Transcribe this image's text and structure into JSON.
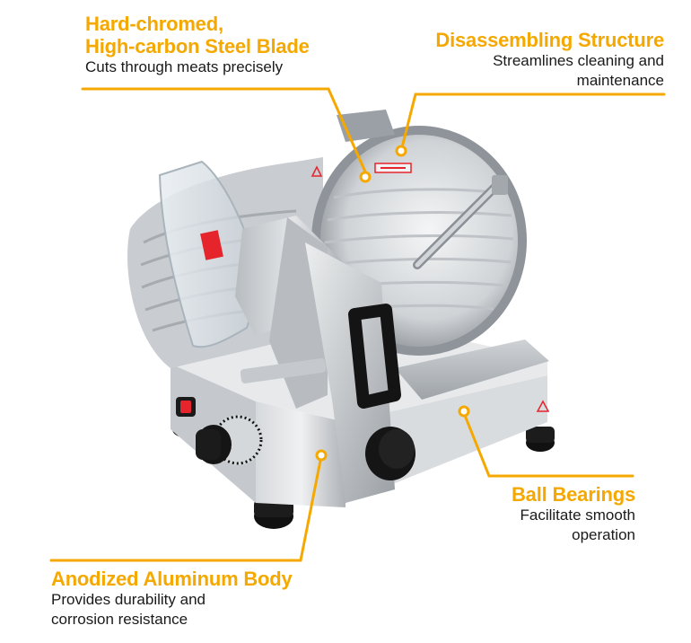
{
  "colors": {
    "accent": "#f5a800",
    "title_text": "#f5a800",
    "desc_text": "#1a1a1a",
    "metal_light": "#e3e5e7",
    "metal_mid": "#b9bdc1",
    "metal_dark": "#7d8186",
    "knob": "#151515",
    "warning_red": "#e5242b"
  },
  "features": {
    "blade": {
      "title_lines": [
        "Hard-chromed,",
        "High-carbon Steel Blade"
      ],
      "desc_lines": [
        "Cuts through meats precisely"
      ]
    },
    "disassembly": {
      "title_lines": [
        "Disassembling Structure"
      ],
      "desc_lines": [
        "Streamlines cleaning and",
        "maintenance"
      ]
    },
    "bearings": {
      "title_lines": [
        "Ball Bearings"
      ],
      "desc_lines": [
        "Facilitate smooth",
        "operation"
      ]
    },
    "body": {
      "title_lines": [
        "Anodized Aluminum Body"
      ],
      "desc_lines": [
        "Provides durability and",
        "corrosion resistance"
      ]
    }
  },
  "product": {
    "icon": "meat-slicer-illustration"
  }
}
